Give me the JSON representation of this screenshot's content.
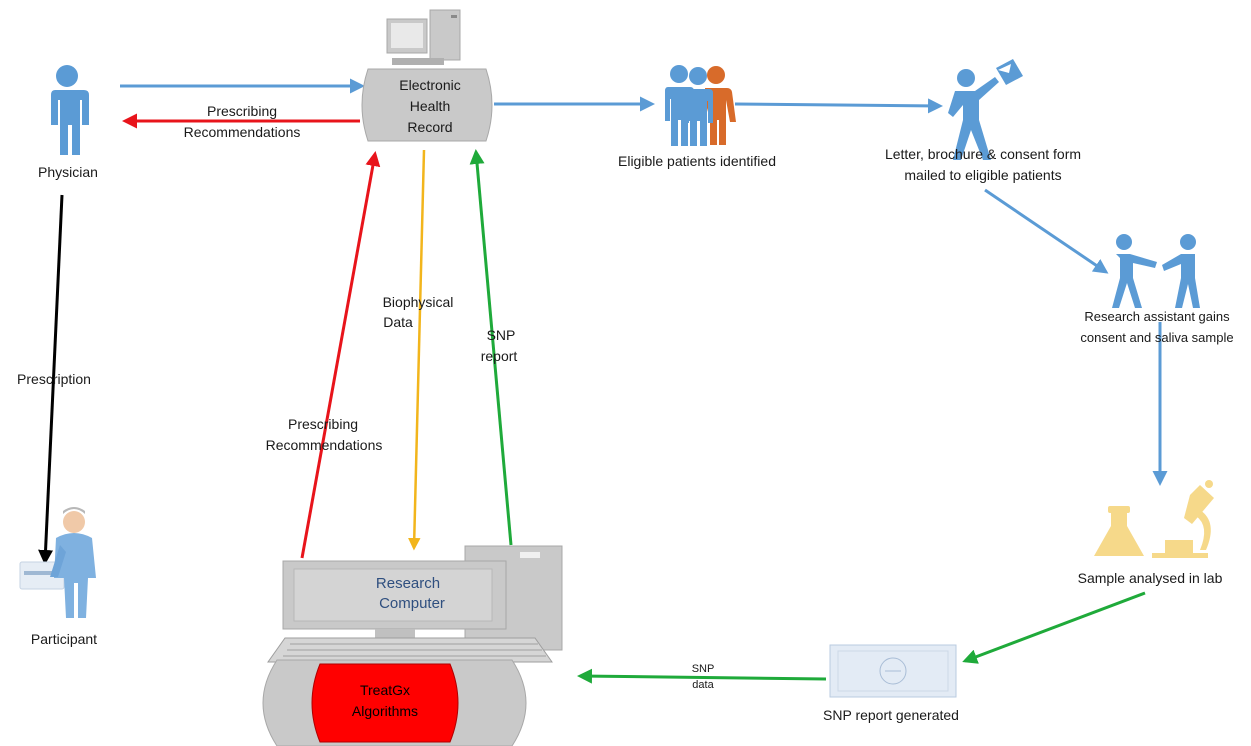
{
  "nodes": {
    "physician": {
      "label": "Physician"
    },
    "participant": {
      "label": "Participant"
    },
    "ehr": {
      "line1": "Electronic",
      "line2": "Health",
      "line3": "Record"
    },
    "eligible": {
      "label": "Eligible patients identified"
    },
    "letter": {
      "line1": "Letter, brochure & consent form",
      "line2": "mailed to eligible patients"
    },
    "research_assistant": {
      "line1": "Research assistant gains",
      "line2": "consent and saliva sample"
    },
    "lab": {
      "label": "Sample analysed in lab"
    },
    "snp_report": {
      "label": "SNP report generated"
    },
    "research_computer": {
      "line1": "Research",
      "line2": "Computer"
    },
    "treatgx": {
      "line1": "TreatGx",
      "line2": "Algorithms"
    }
  },
  "edges": {
    "ehr_to_physician": {
      "line1": "Prescribing",
      "line2": "Recommendations"
    },
    "physician_to_participant": {
      "label": "Prescription"
    },
    "ehr_to_computer": {
      "line1": "Biophysical",
      "line2": "Data"
    },
    "computer_to_ehr_snp": {
      "line1": "SNP",
      "line2": "report"
    },
    "computer_to_ehr_rec": {
      "line1": "Prescribing",
      "line2": "Recommendations"
    },
    "snp_to_computer": {
      "line1": "SNP",
      "line2": "data"
    }
  },
  "colors": {
    "blue_arrow": "#5b9bd5",
    "red_arrow": "#e8141b",
    "green_arrow": "#1faa3a",
    "yellow_arrow": "#f2b51c",
    "black_arrow": "#000000",
    "person_blue": "#5b9bd5",
    "person_orange": "#d86b2a",
    "gray_device": "#bdbdbd",
    "algorithm_red": "#ff0000",
    "lab_yellow": "#f6d98a"
  }
}
